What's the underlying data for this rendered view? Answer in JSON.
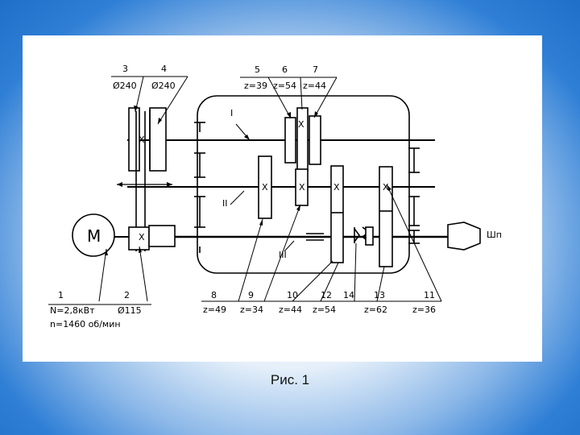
{
  "caption": "Рис. 1",
  "labels": {
    "n3": "3",
    "d3": "Ø240",
    "n4": "4",
    "d4": "Ø240",
    "n5": "5",
    "z5": "z=39",
    "n6": "6",
    "z6": "z=54",
    "n7": "7",
    "z7": "z=44",
    "shaft1": "I",
    "shaft2": "II",
    "shaft3": "III",
    "spindle": "Шп",
    "n1": "1",
    "power": "N=2,8кВт",
    "speed": "n=1460 об/мин",
    "n2": "2",
    "d2": "Ø115",
    "n8": "8",
    "z8": "z=49",
    "n9": "9",
    "z9": "z=34",
    "n10": "10",
    "z10": "z=44",
    "n12": "12",
    "z12": "z=54",
    "n14": "14",
    "n13": "13",
    "z13": "z=62",
    "n11": "11",
    "z11": "z=36",
    "motor": "M"
  },
  "marks": {
    "gear_cross": "X"
  },
  "colors": {
    "line": "#000000",
    "frame_bg": "#1f6fc9"
  }
}
